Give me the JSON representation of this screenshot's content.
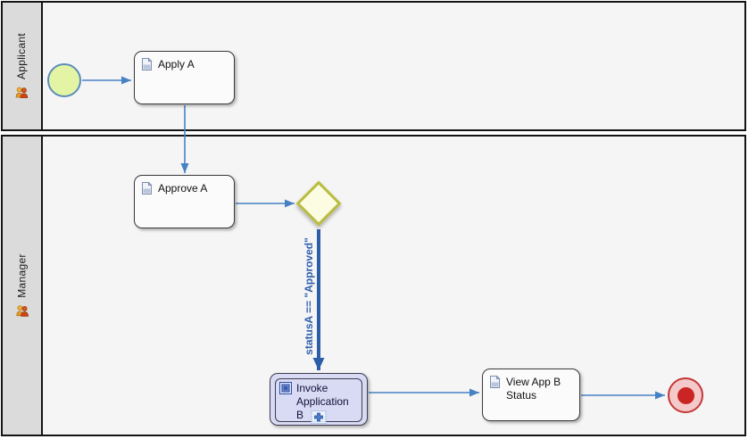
{
  "diagram": {
    "type": "bpmn-process",
    "lanes": [
      {
        "label": "Applicant"
      },
      {
        "label": "Manager"
      }
    ],
    "nodes": {
      "start_event": {
        "kind": "start-event"
      },
      "apply": {
        "label": "Apply A"
      },
      "approve": {
        "label": "Approve A"
      },
      "invoke": {
        "line1": "Invoke",
        "line2": "Application B",
        "marker": "collapsed-subprocess-plus"
      },
      "view": {
        "line1": "View App B",
        "line2": "Status"
      },
      "gateway": {
        "kind": "exclusive-gateway"
      },
      "end_event": {
        "kind": "end-event"
      }
    },
    "condition_label": "statusA == \"Approved\"",
    "colors": {
      "lane_header_bg": "#dbdbdb",
      "lane_body_bg": "#f5f5f5",
      "lane_border": "#141414",
      "start_fill": "#e3f5a4",
      "start_border": "#5b8cba",
      "task_fill": "#fbfbfb",
      "task_border": "#3a3a3a",
      "subprocess_fill": "#d9daf3",
      "gateway_fill": "#fcfce3",
      "gateway_border": "#b9bd3e",
      "end_fill": "#f4c9c9",
      "end_border": "#c43737",
      "end_inner": "#cb2424",
      "connector": "#4681c4",
      "connector_thick": "#2c5ea8",
      "condition_text": "#3060ae"
    }
  }
}
